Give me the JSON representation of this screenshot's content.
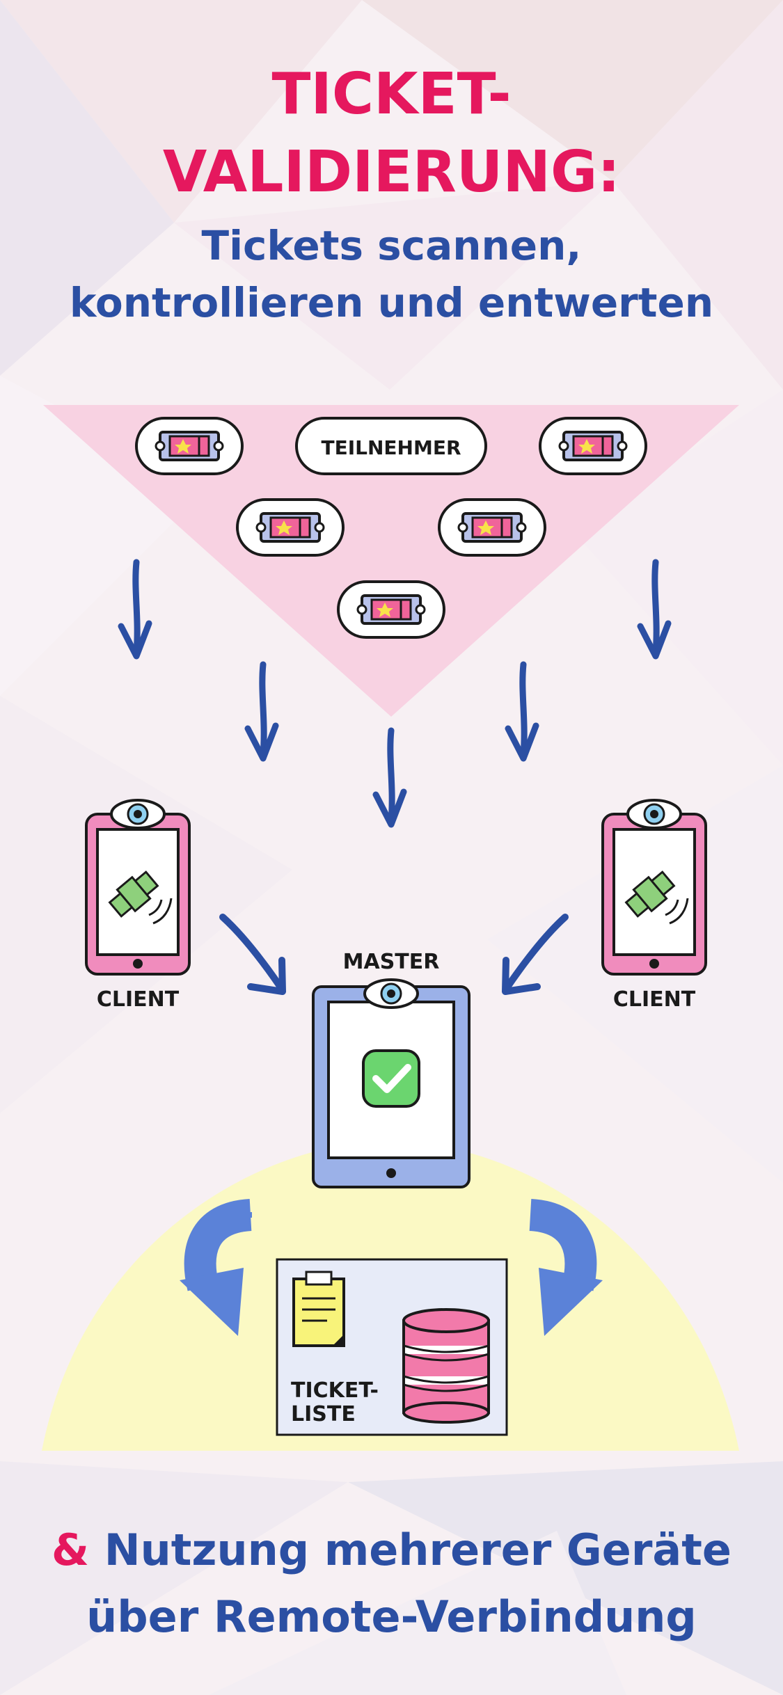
{
  "header": {
    "title_line1": "TICKET-",
    "title_line2": "VALIDIERUNG:",
    "subtitle_line1": "Tickets scannen,",
    "subtitle_line2": "kontrollieren und entwerten"
  },
  "diagram": {
    "participants_label": "TEILNEHMER",
    "client_left_label": "CLIENT",
    "client_right_label": "CLIENT",
    "master_label": "MASTER",
    "ticket_list_line1": "TICKET-",
    "ticket_list_line2": "LISTE"
  },
  "footer": {
    "ampersand": "&",
    "line1": "Nutzung mehrerer Geräte",
    "line2": "über Remote-Verbindung"
  },
  "colors": {
    "accent_pink": "#e5185e",
    "accent_blue": "#2b4fa3",
    "triangle_pink": "#f8d2e2",
    "phone_pink": "#f08cbd",
    "tablet_blue": "#9bb1e8",
    "check_green": "#6bd56f",
    "yellow_area": "#fbf9c4"
  }
}
